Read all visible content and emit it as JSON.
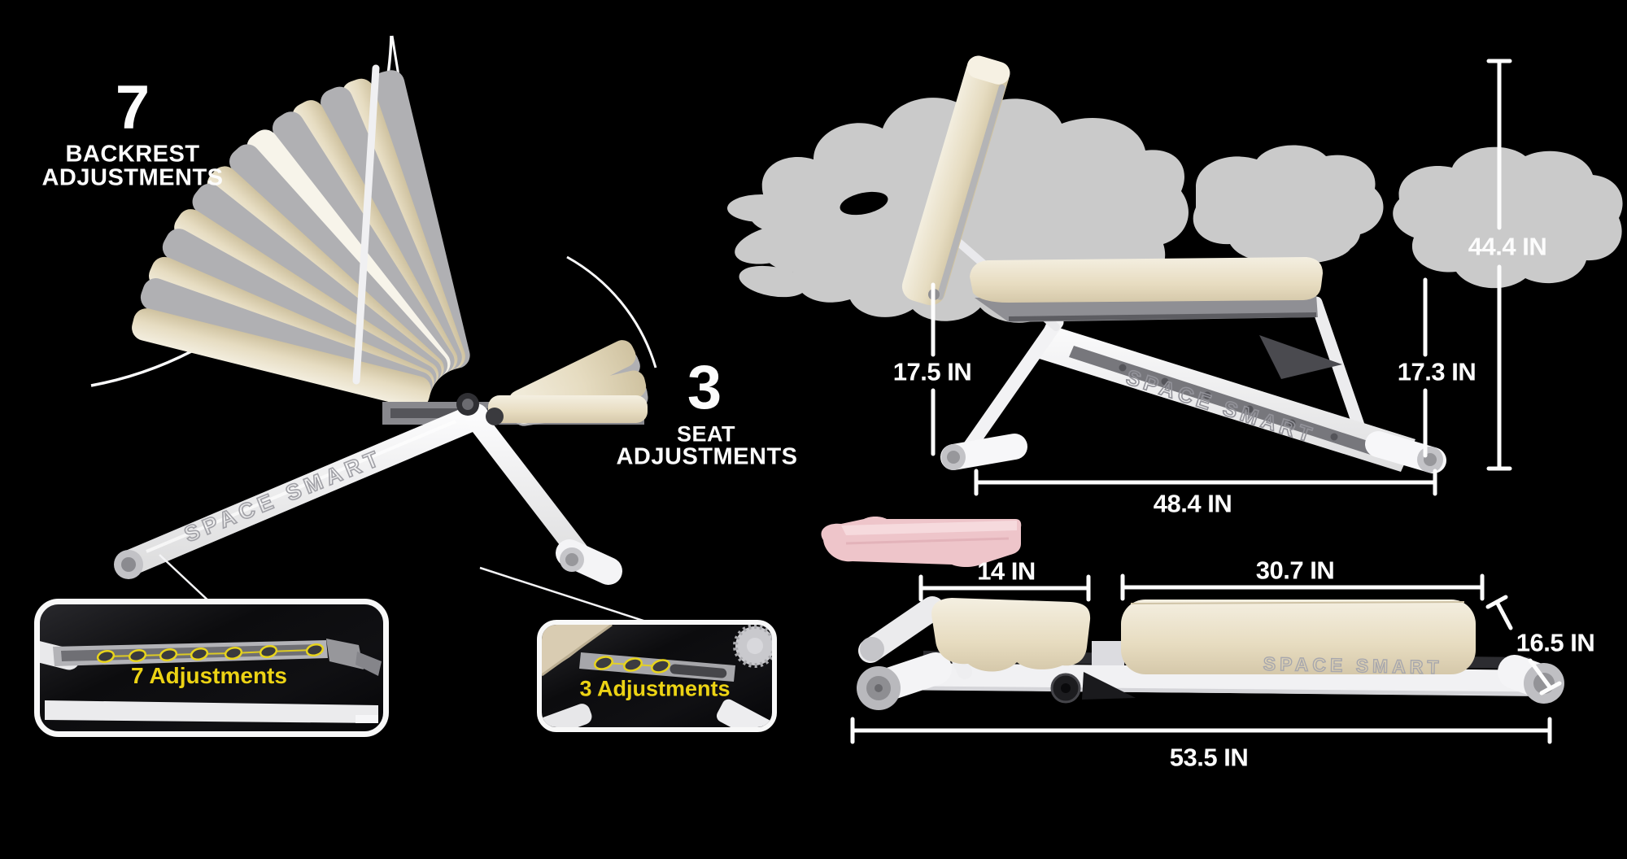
{
  "brand": {
    "logo_text": "SPACE SMART"
  },
  "callouts": {
    "backrest": {
      "count": "7",
      "label_line1": "BACKREST",
      "label_line2": "ADJUSTMENTS"
    },
    "seat": {
      "count": "3",
      "label_line1": "SEAT",
      "label_line2": "ADJUSTMENTS"
    }
  },
  "insets": {
    "backrest_detail": {
      "label": "7 Adjustments",
      "hole_count": 7
    },
    "seat_detail": {
      "label": "3 Adjustments",
      "hole_count": 3
    }
  },
  "dimensions": {
    "incline_view": {
      "overall_height": "44.4 IN",
      "front_height": "17.5 IN",
      "rear_height": "17.3 IN",
      "base_length": "48.4 IN"
    },
    "flat_view": {
      "seat_pad_length": "14 IN",
      "back_pad_length": "30.7 IN",
      "width": "16.5 IN",
      "overall_length": "53.5 IN"
    }
  },
  "colors": {
    "background": "#000000",
    "accent_yellow": "#ecd314",
    "pad_cream": "#e7ddc2",
    "frame_white": "#f2f2f4",
    "silhouette_gray": "#cacaca",
    "silhouette_pink": "#f0c9ce",
    "dimension_text": "#fdfdfd"
  }
}
